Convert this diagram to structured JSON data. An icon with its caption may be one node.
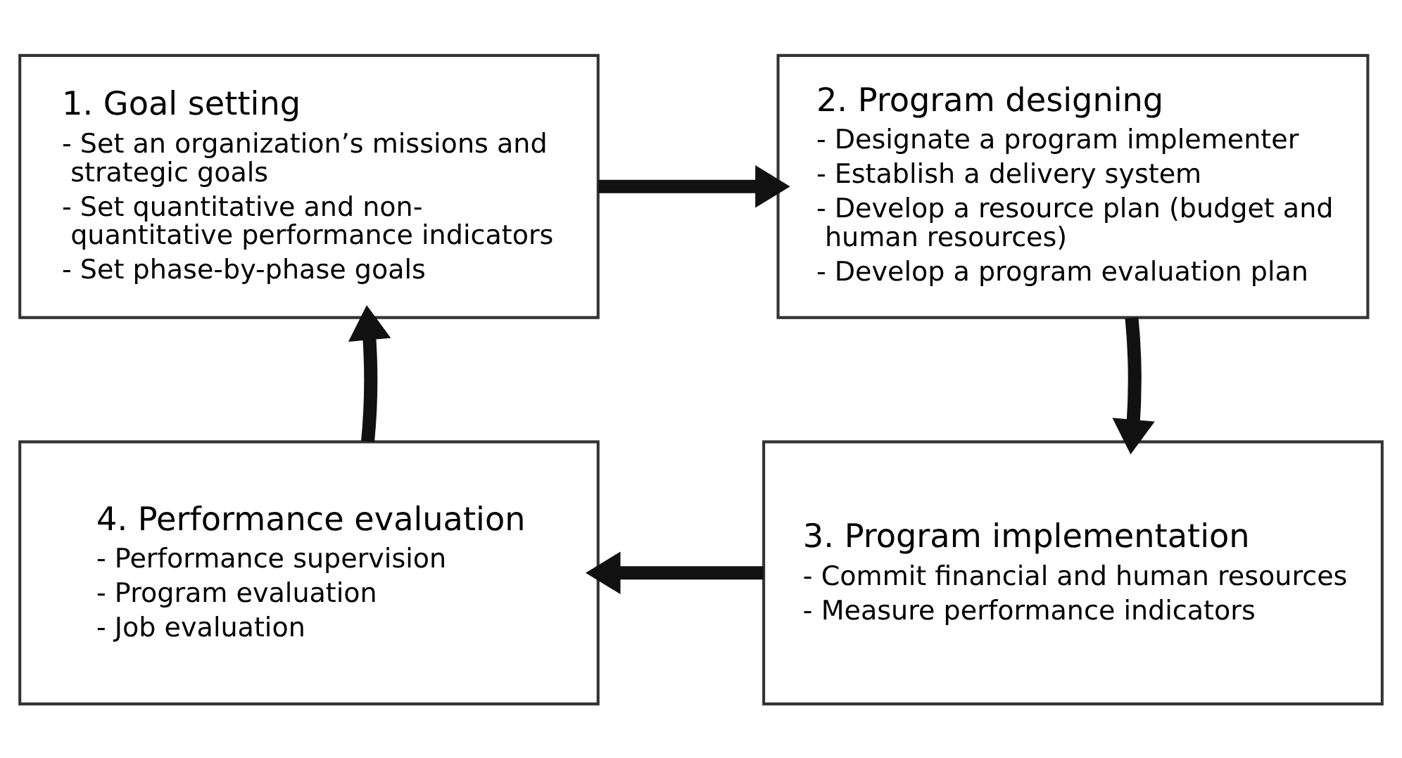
{
  "diagram": {
    "nodes": [
      {
        "text": [
          "1. Goal setting",
          "- Set an organization’s missions and strategic goals",
          "- Set quantitative and non-quantitative performance indicators",
          "- Set phase-by-phase goals"
        ]
      },
      {
        "text": [
          "2. Program designing",
          "- Designate a program implementer",
          "- Establish a delivery system",
          "- Develop a resource plan (budget and human resources)",
          "- Develop a program evaluation plan"
        ]
      },
      {
        "text": [
          "3. Program implementation",
          "- Commit financial and human resources",
          "- Measure performance indicators"
        ]
      },
      {
        "text": [
          "4. Performance evaluation",
          "- Performance supervision",
          "- Program evaluation",
          "- Job evaluation"
        ]
      }
    ],
    "edges": [
      {
        "from": 0,
        "to": 1,
        "arrow": "to"
      },
      {
        "from": 1,
        "to": 2,
        "arrow": "to"
      },
      {
        "from": 2,
        "to": 3,
        "arrow": "to"
      },
      {
        "from": 3,
        "to": 0,
        "arrow": "to"
      }
    ]
  }
}
